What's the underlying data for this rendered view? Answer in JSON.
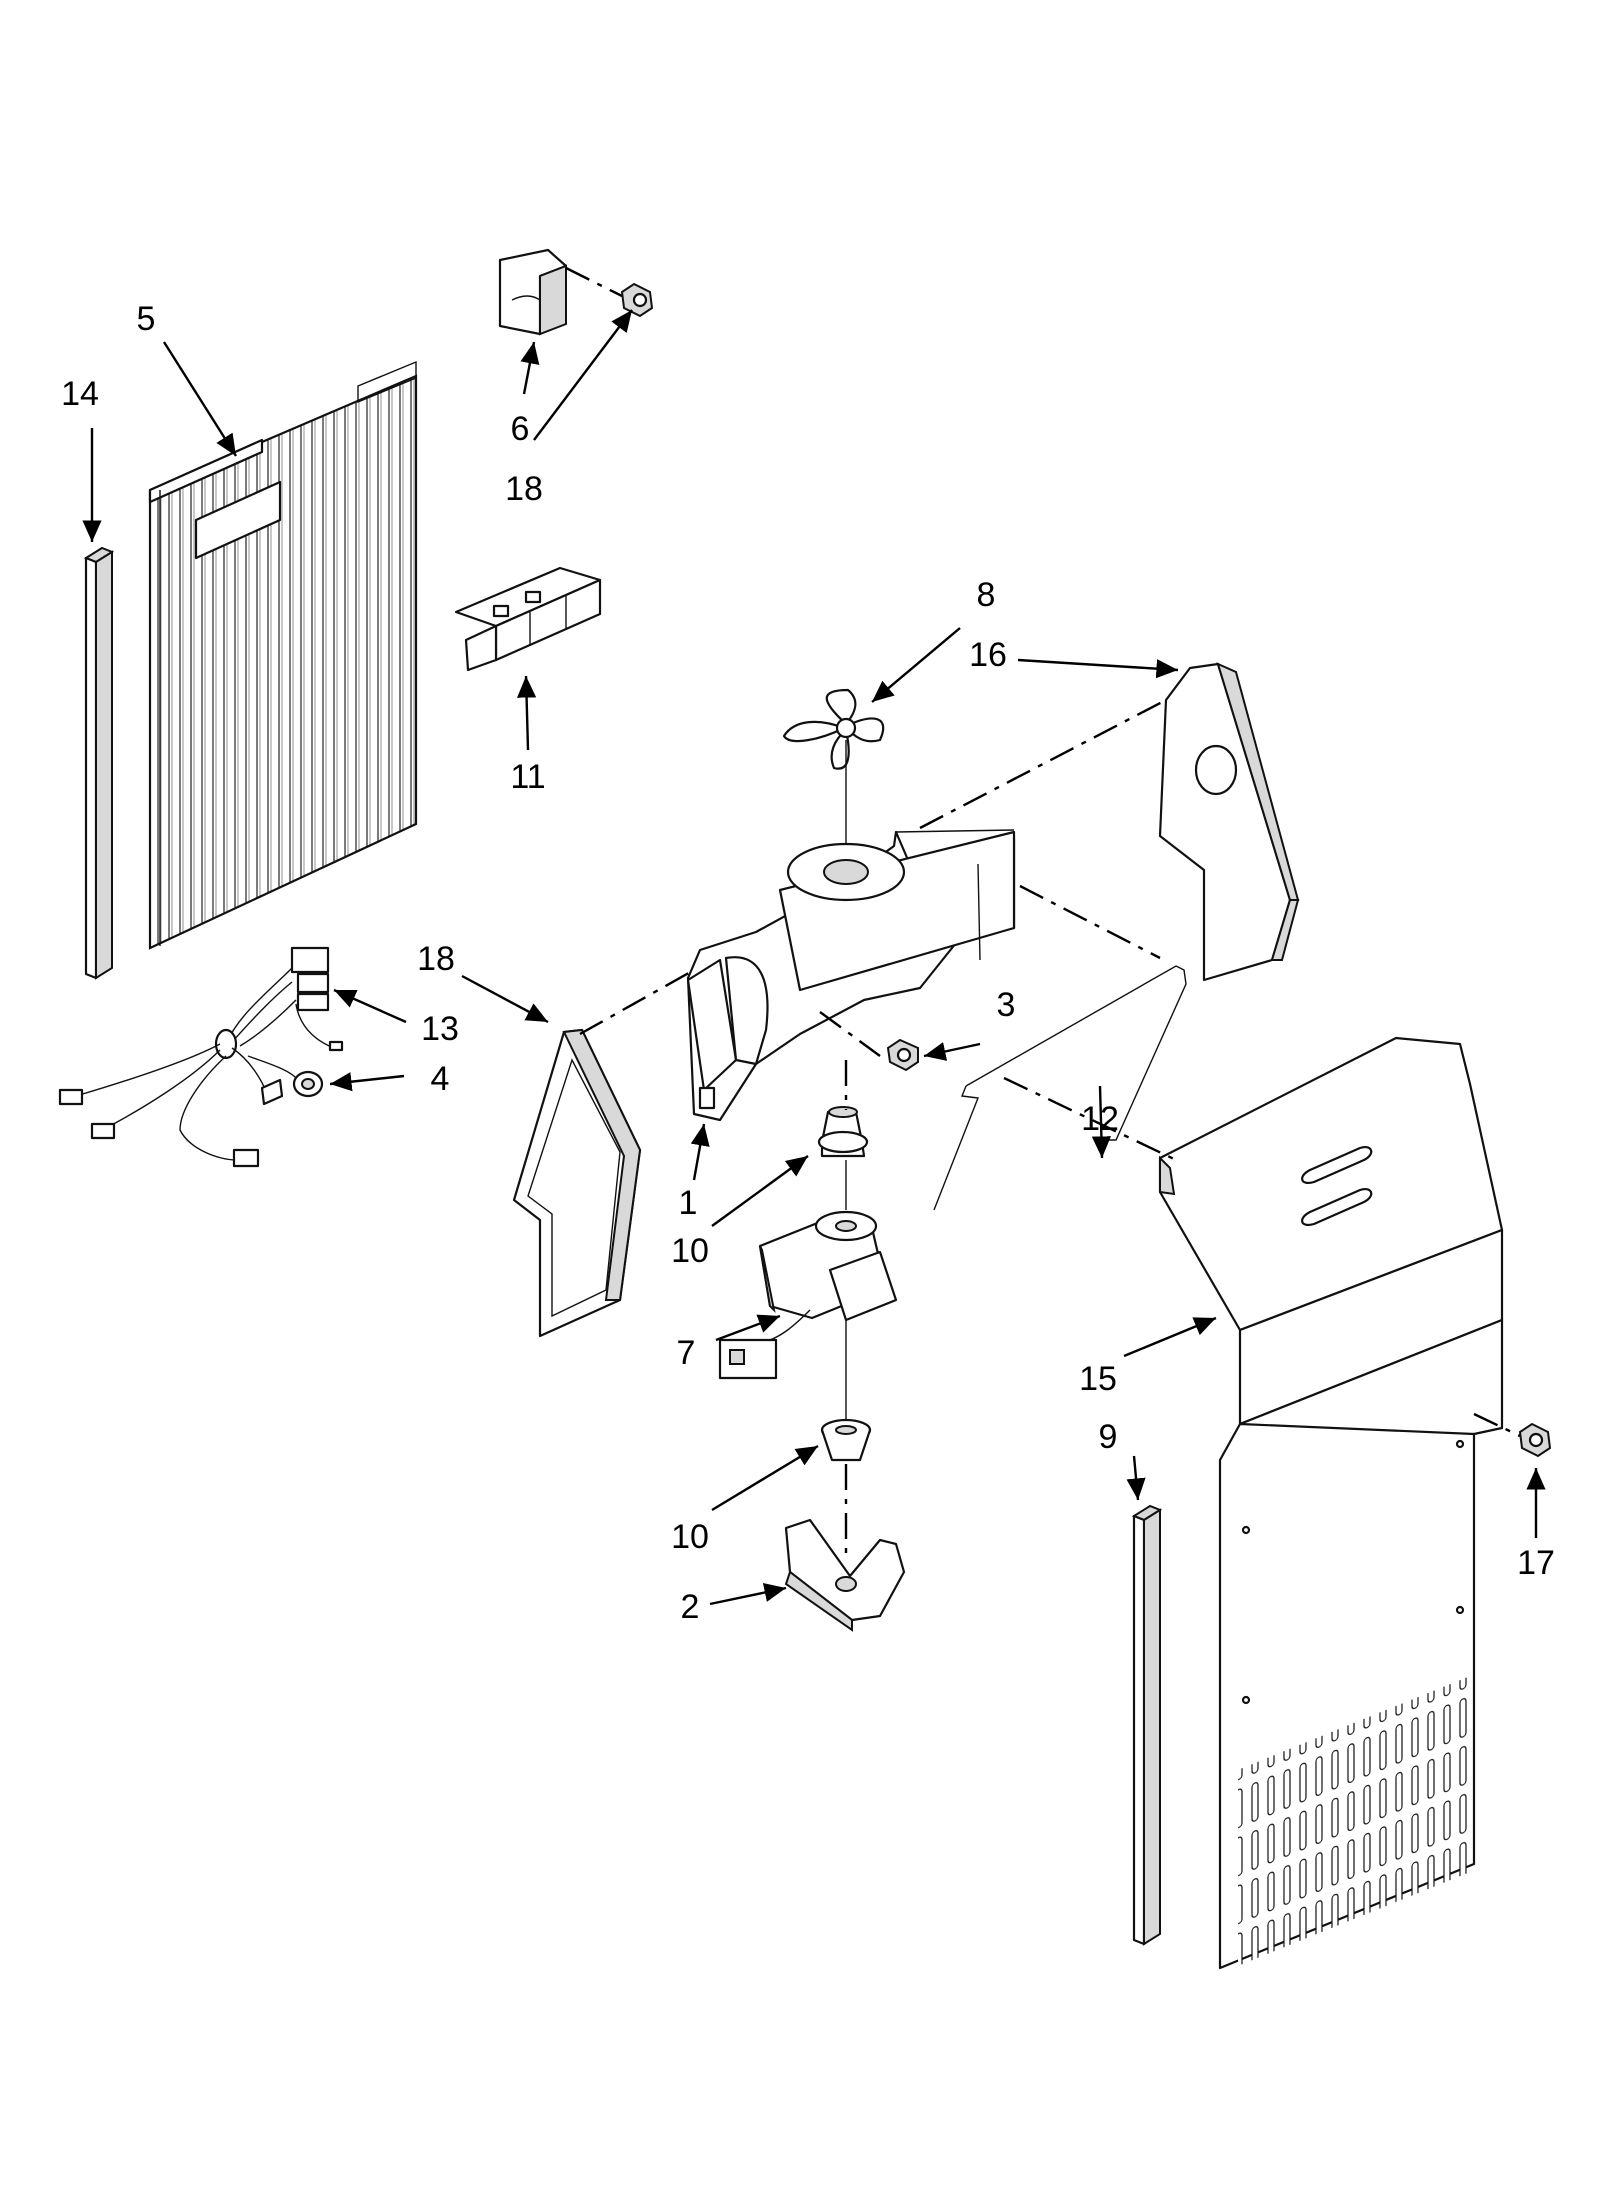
{
  "callouts": [
    {
      "id": "c1",
      "label": "1"
    },
    {
      "id": "c2",
      "label": "2"
    },
    {
      "id": "c3",
      "label": "3"
    },
    {
      "id": "c4",
      "label": "4"
    },
    {
      "id": "c5",
      "label": "5"
    },
    {
      "id": "c6",
      "label": "6"
    },
    {
      "id": "c7",
      "label": "7"
    },
    {
      "id": "c8",
      "label": "8"
    },
    {
      "id": "c9",
      "label": "9"
    },
    {
      "id": "c10a",
      "label": "10"
    },
    {
      "id": "c10b",
      "label": "10"
    },
    {
      "id": "c11",
      "label": "11"
    },
    {
      "id": "c12",
      "label": "12"
    },
    {
      "id": "c13",
      "label": "13"
    },
    {
      "id": "c14",
      "label": "14"
    },
    {
      "id": "c15",
      "label": "15"
    },
    {
      "id": "c16",
      "label": "16"
    },
    {
      "id": "c17",
      "label": "17"
    },
    {
      "id": "c18a",
      "label": "18"
    },
    {
      "id": "c18b",
      "label": "18"
    }
  ]
}
